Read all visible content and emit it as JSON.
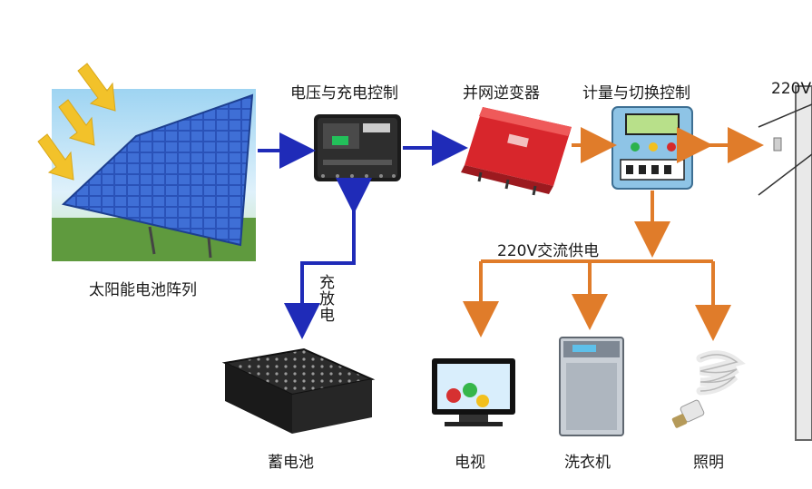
{
  "nodes": {
    "solar_array": "太阳能电池阵列",
    "controller": "电压与充电控制",
    "inverter": "并网逆变器",
    "meter_switch": "计量与切换控制",
    "grid": "220V",
    "battery": "蓄电池",
    "tv": "电视",
    "washer": "洗衣机",
    "lighting": "照明"
  },
  "edges": {
    "charge_discharge": "充放电",
    "ac_supply": "220V交流供电"
  },
  "colors": {
    "dc_flow": "#1f2bb8",
    "ac_flow": "#e07c2a",
    "arrow_sun": "#f2c22a",
    "inverter_red": "#d8262c",
    "meter_blue": "#8ec4e6"
  }
}
